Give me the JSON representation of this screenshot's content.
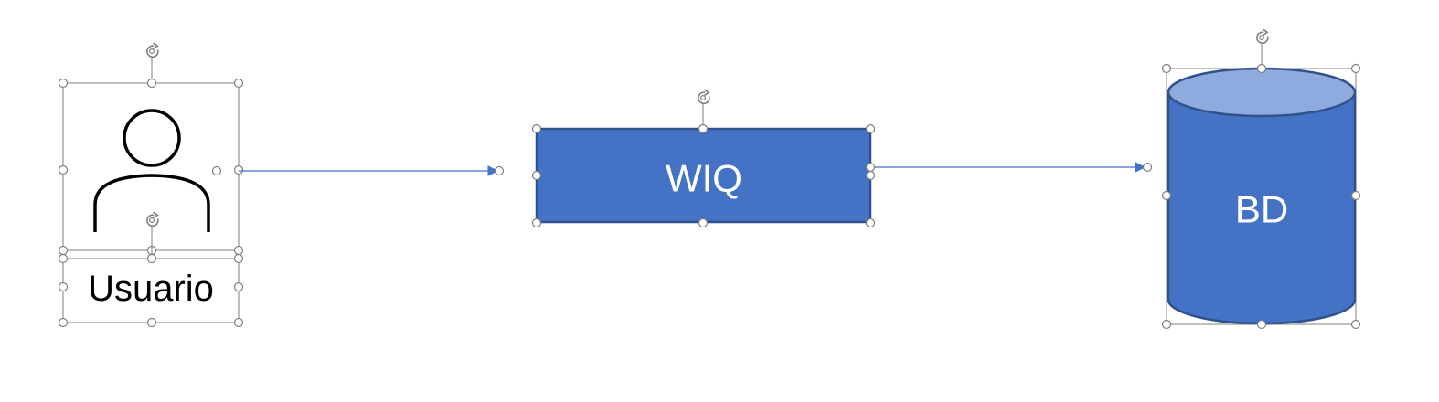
{
  "diagram": {
    "nodes": {
      "user": {
        "label": "Usuario",
        "icon": "user-icon"
      },
      "wiq": {
        "label": "WIQ",
        "shape": "rectangle"
      },
      "db": {
        "label": "BD",
        "shape": "cylinder"
      }
    },
    "edges": [
      {
        "from": "user",
        "to": "wiq",
        "arrow": "end"
      },
      {
        "from": "wiq",
        "to": "db",
        "arrow": "end"
      }
    ],
    "colors": {
      "shape_fill": "#4472C4",
      "shape_border": "#2F528F",
      "cylinder_top": "#8FAADC",
      "connector": "#4472C4",
      "handle_stroke": "#7F7F7F",
      "icon_stroke": "#000000",
      "text_on_shape": "#FFFFFF",
      "text_dark": "#000000"
    }
  }
}
